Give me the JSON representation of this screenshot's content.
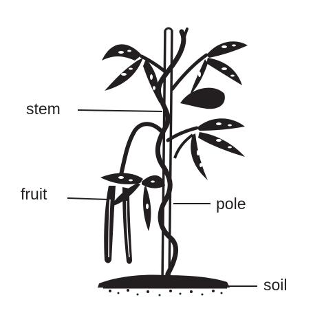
{
  "diagram": {
    "labels": {
      "stem": "stem",
      "fruit": "fruit",
      "pole": "pole",
      "soil": "soil"
    },
    "colors": {
      "ink": "#231f20",
      "background": "#ffffff"
    }
  }
}
